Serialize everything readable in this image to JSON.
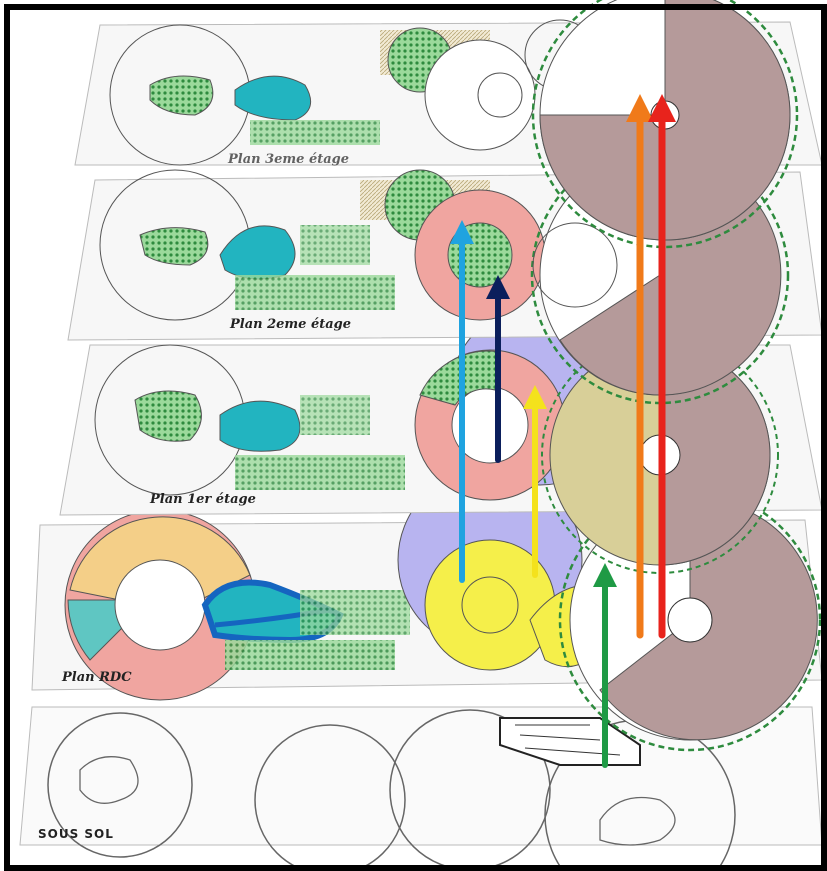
{
  "layers": [
    {
      "id": "top",
      "label": "Plan 3eme étage"
    },
    {
      "id": "second",
      "label": "Plan 2eme étage"
    },
    {
      "id": "first",
      "label": "Plan 1er étage"
    },
    {
      "id": "ground",
      "label": "Plan RDC"
    },
    {
      "id": "basement",
      "label": "SOUS SOL"
    }
  ],
  "connectors": [
    {
      "name": "light-blue",
      "color": "#1fa3e0"
    },
    {
      "name": "navy",
      "color": "#0b1f5c"
    },
    {
      "name": "yellow",
      "color": "#f4e21c"
    },
    {
      "name": "green",
      "color": "#1f9a45"
    },
    {
      "name": "orange",
      "color": "#f07a1a"
    },
    {
      "name": "red",
      "color": "#e8231c"
    }
  ],
  "colors": {
    "teal": "#22b4c0",
    "green_patch": "#8fd28f",
    "mauve": "#b59a9a",
    "lavender": "#b8b4f0",
    "salmon": "#f0a5a0",
    "khaki": "#d8cf98",
    "yellow_zone": "#f5ef4a",
    "blue_water": "#1565c0"
  }
}
